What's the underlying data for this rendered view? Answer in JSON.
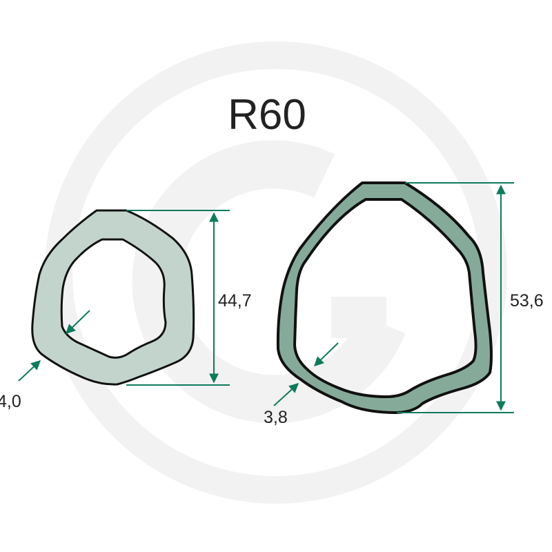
{
  "title": "R60",
  "colors": {
    "small_profile_fill": "#c3d4cc",
    "large_profile_fill": "#86aa9a",
    "outline": "#111111",
    "dimension_line": "#0e7a5c",
    "watermark": "#f1f1f1"
  },
  "small_profile": {
    "height_label": "44,7",
    "wall_label": "4,0"
  },
  "large_profile": {
    "height_label": "53,6",
    "wall_label": "3,8"
  }
}
